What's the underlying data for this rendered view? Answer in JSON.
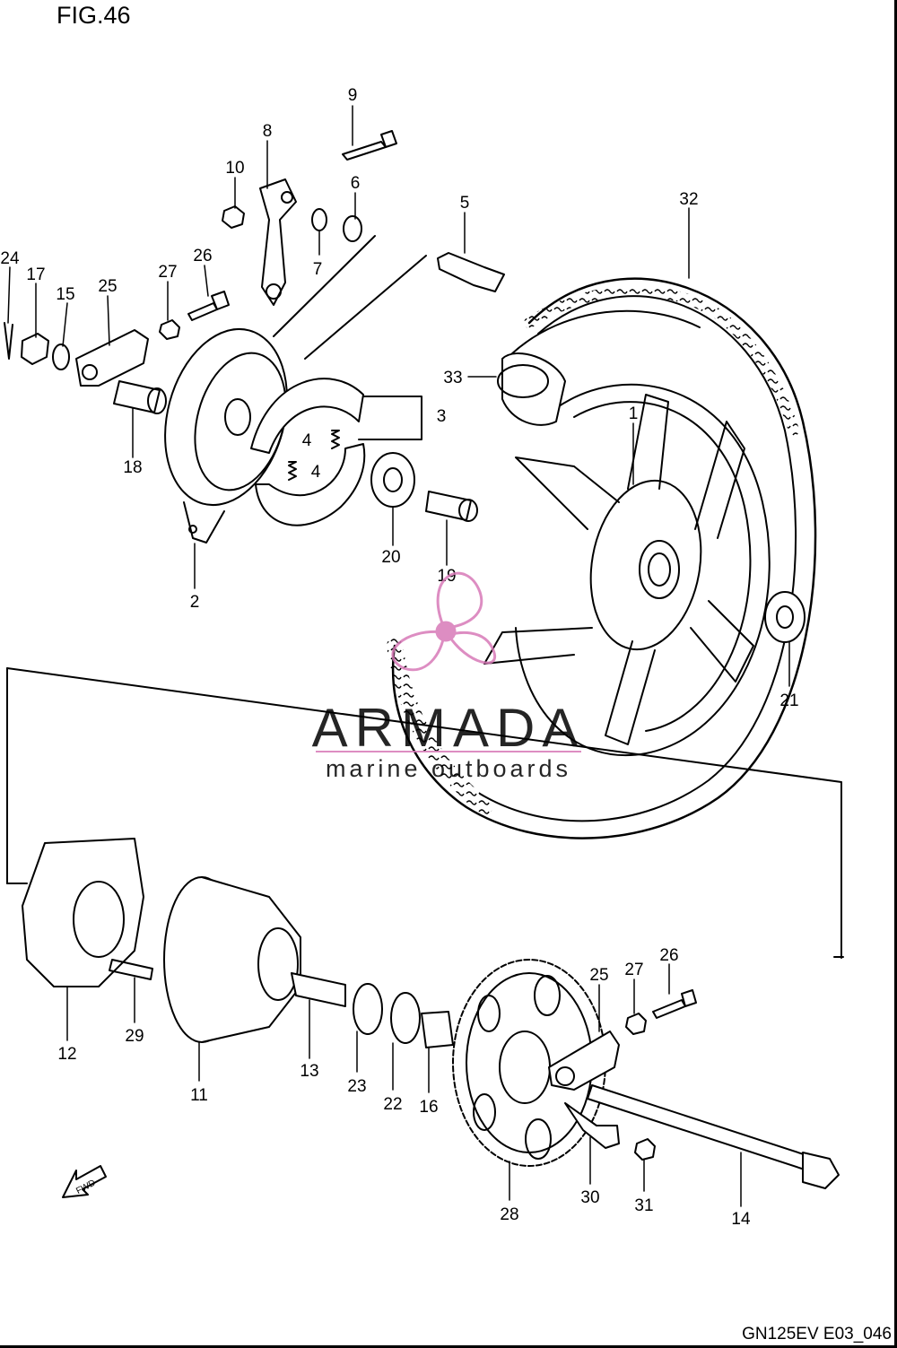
{
  "figure": {
    "title": "FIG.46",
    "code": "GN125EV E03_046",
    "fwd_label": "FWD"
  },
  "watermark": {
    "brand": "ARMADA",
    "tagline": "marine outboards",
    "color_text": "#8a8a8a",
    "color_accent": "#d87ab8"
  },
  "callouts": [
    {
      "id": "c1",
      "label": "1"
    },
    {
      "id": "c2",
      "label": "2"
    },
    {
      "id": "c3",
      "label": "3"
    },
    {
      "id": "c4a",
      "label": "4"
    },
    {
      "id": "c4b",
      "label": "4"
    },
    {
      "id": "c5",
      "label": "5"
    },
    {
      "id": "c6",
      "label": "6"
    },
    {
      "id": "c7",
      "label": "7"
    },
    {
      "id": "c8",
      "label": "8"
    },
    {
      "id": "c9",
      "label": "9"
    },
    {
      "id": "c10",
      "label": "10"
    },
    {
      "id": "c11",
      "label": "11"
    },
    {
      "id": "c12",
      "label": "12"
    },
    {
      "id": "c13",
      "label": "13"
    },
    {
      "id": "c14",
      "label": "14"
    },
    {
      "id": "c15",
      "label": "15"
    },
    {
      "id": "c16",
      "label": "16"
    },
    {
      "id": "c17",
      "label": "17"
    },
    {
      "id": "c18",
      "label": "18"
    },
    {
      "id": "c19",
      "label": "19"
    },
    {
      "id": "c20",
      "label": "20"
    },
    {
      "id": "c21",
      "label": "21"
    },
    {
      "id": "c22",
      "label": "22"
    },
    {
      "id": "c23",
      "label": "23"
    },
    {
      "id": "c24",
      "label": "24"
    },
    {
      "id": "c25a",
      "label": "25"
    },
    {
      "id": "c25b",
      "label": "25"
    },
    {
      "id": "c26a",
      "label": "26"
    },
    {
      "id": "c26b",
      "label": "26"
    },
    {
      "id": "c27a",
      "label": "27"
    },
    {
      "id": "c27b",
      "label": "27"
    },
    {
      "id": "c28",
      "label": "28"
    },
    {
      "id": "c29",
      "label": "29"
    },
    {
      "id": "c30",
      "label": "30"
    },
    {
      "id": "c31",
      "label": "31"
    },
    {
      "id": "c32",
      "label": "32"
    },
    {
      "id": "c33",
      "label": "33"
    }
  ]
}
